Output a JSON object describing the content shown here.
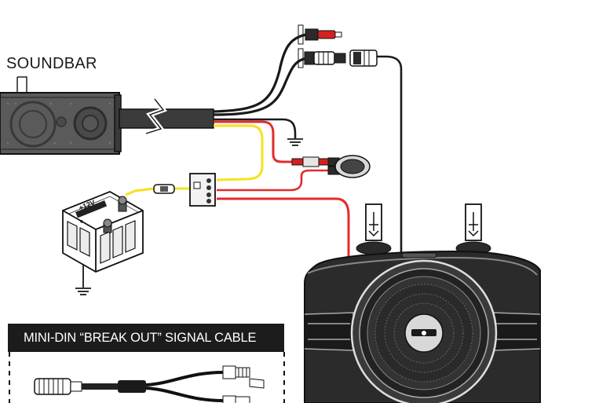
{
  "labels": {
    "soundbar": "SOUNDBAR",
    "cable_panel_title": "MINI-DIN “BREAK OUT” SIGNAL CABLE"
  },
  "components": [
    {
      "id": "soundbar",
      "kind": "speaker-bar"
    },
    {
      "id": "battery",
      "kind": "12v-battery"
    },
    {
      "id": "fuse-holder",
      "kind": "inline-fuse"
    },
    {
      "id": "junction-block",
      "kind": "terminal-block"
    },
    {
      "id": "switch",
      "kind": "rocker-switch"
    },
    {
      "id": "subwoofer",
      "kind": "subwoofer-enclosure"
    },
    {
      "id": "mini-din-cable",
      "kind": "signal-cable"
    }
  ],
  "wires": [
    {
      "color": "#1a1a1a",
      "role": "signal"
    },
    {
      "color": "#e32b2b",
      "role": "power"
    },
    {
      "color": "#f5e21b",
      "role": "remote"
    },
    {
      "color": "#1a1a1a",
      "role": "ground"
    }
  ],
  "colors": {
    "wire_red": "#e32b2b",
    "wire_yellow": "#f5e21b",
    "wire_black": "#1a1a1a",
    "connector_red": "#d62020",
    "title_bar": "#1c1c1c"
  },
  "icons": [
    "ground-symbol-icon",
    "rca-connector-icon",
    "mini-din-connector-icon"
  ]
}
